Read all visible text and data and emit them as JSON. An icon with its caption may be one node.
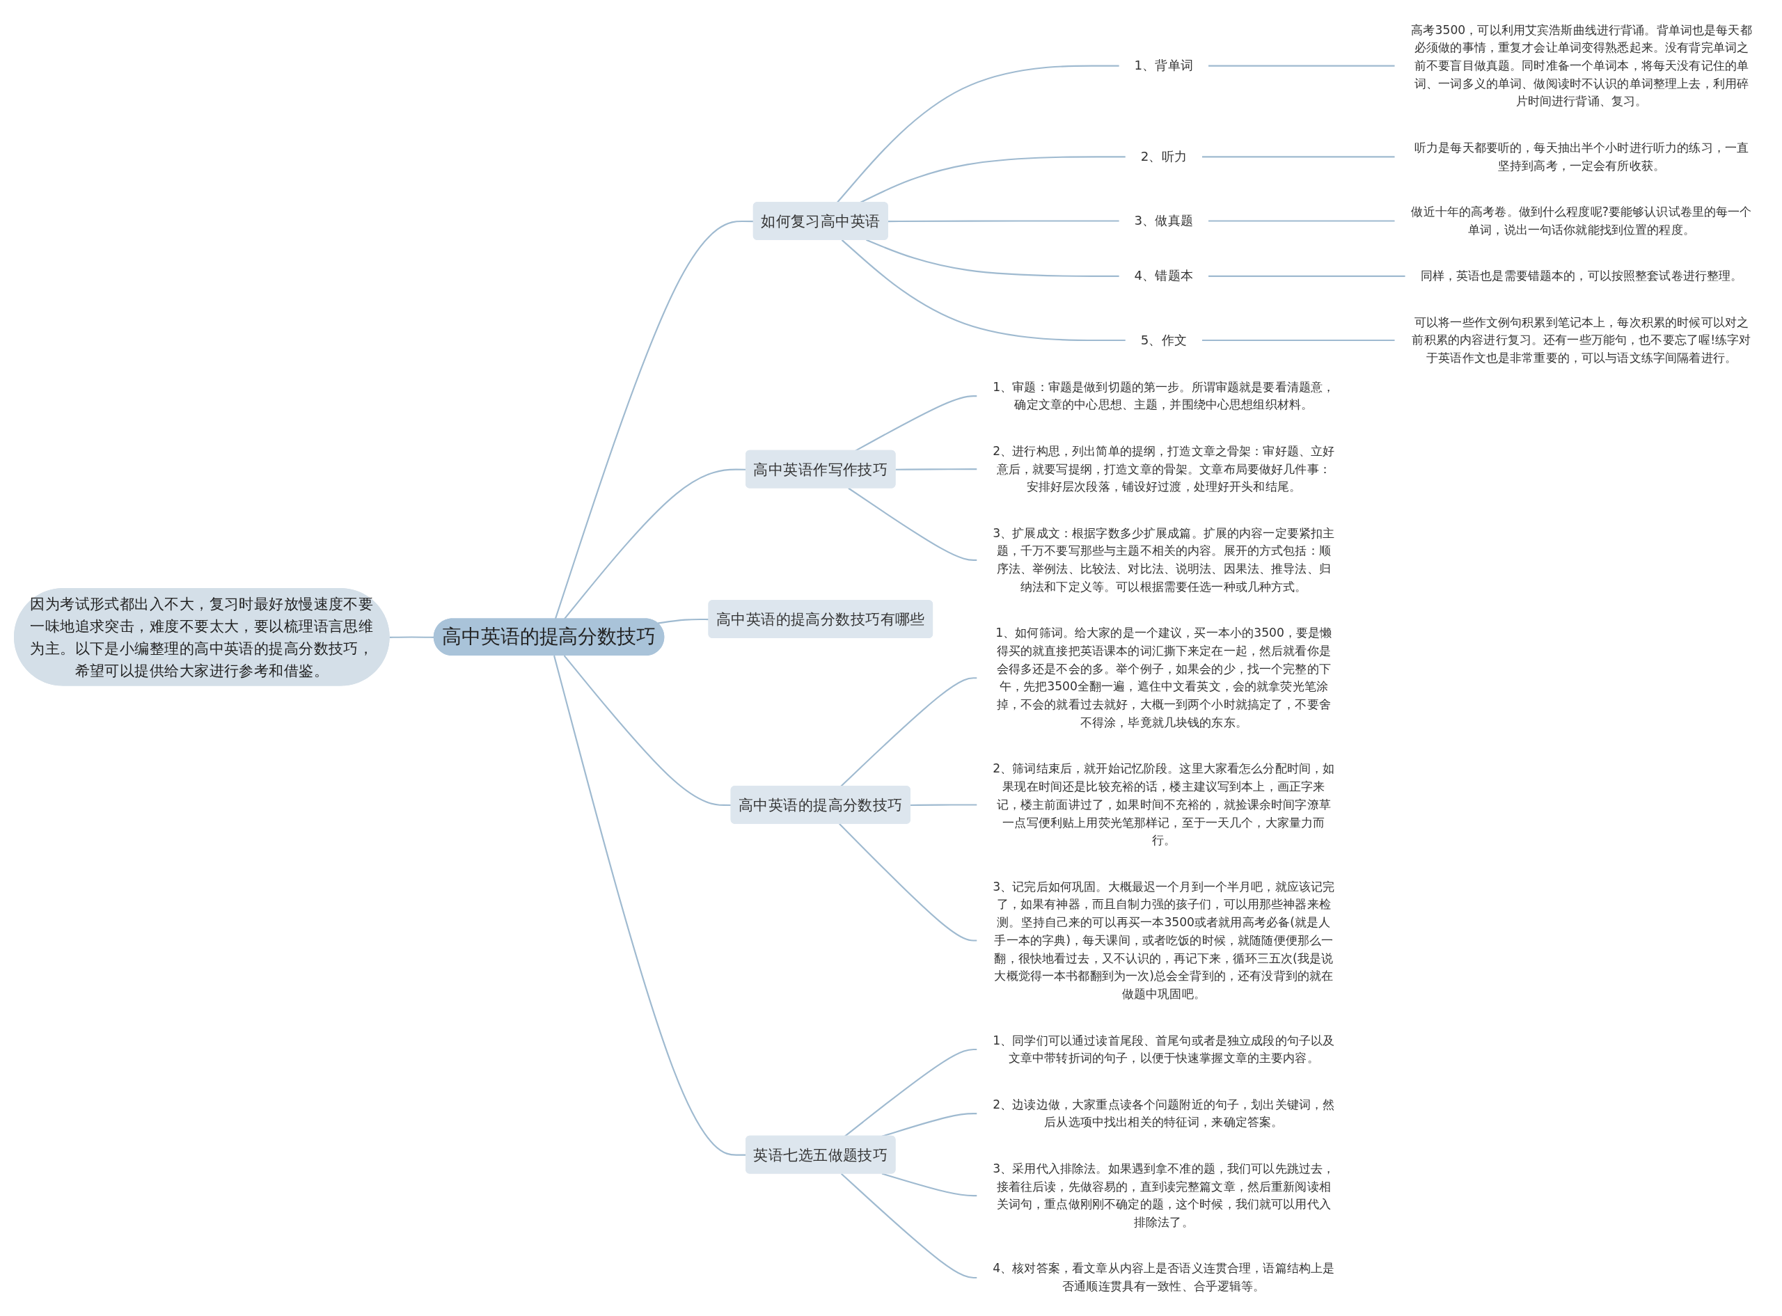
{
  "diagram": {
    "nodes": [
      {
        "text": [
          "高中英语的提高分数技巧"
        ]
      },
      {
        "text": [
          "因为考试形式都出入不大，复习时最好放慢速度不要一味地追求突击，难度不要太大，要以梳理语言思维为主。以下是小编整理的高中英语的提高分数技巧，希望可以提供给大家进行参考和借鉴。"
        ]
      },
      {
        "text": [
          "如何复习高中英语"
        ]
      },
      {
        "text": [
          "1、背单词"
        ]
      },
      {
        "text": [
          "高考3500，可以利用艾宾浩斯曲线进行背诵。背单词也是每天都必须做的事情，重复才会让单词变得熟悉起来。没有背完单词之前不要盲目做真题。同时准备一个单词本，将每天没有记住的单词、一词多义的单词、做阅读时不认识的单词整理上去，利用碎片时间进行背诵、复习。"
        ]
      },
      {
        "text": [
          "2、听力"
        ]
      },
      {
        "text": [
          "听力是每天都要听的，每天抽出半个小时进行听力的练习，一直坚持到高考，一定会有所收获。"
        ]
      },
      {
        "text": [
          "3、做真题"
        ]
      },
      {
        "text": [
          "做近十年的高考卷。做到什么程度呢?要能够认识试卷里的每一个单词，说出一句话你就能找到位置的程度。"
        ]
      },
      {
        "text": [
          "4、错题本"
        ]
      },
      {
        "text": [
          "同样，英语也是需要错题本的，可以按照整套试卷进行整理。"
        ]
      },
      {
        "text": [
          "5、作文"
        ]
      },
      {
        "text": [
          "可以将一些作文例句积累到笔记本上，每次积累的时候可以对之前积累的内容进行复习。还有一些万能句，也不要忘了喔!练字对于英语作文也是非常重要的，可以与语文练字间隔着进行。"
        ]
      },
      {
        "text": [
          "高中英语作写作技巧"
        ]
      },
      {
        "text": [
          "1、审题：审题是做到切题的第一步。所谓审题就是要看清题意，确定文章的中心思想、主题，并围绕中心思想组织材料。"
        ]
      },
      {
        "text": [
          "2、进行构思，列出简单的提纲，打造文章之骨架：审好题、立好意后，就要写提纲，打造文章的骨架。文章布局要做好几件事：安排好层次段落，铺设好过渡，处理好开头和结尾。"
        ]
      },
      {
        "text": [
          "3、扩展成文：根据字数多少扩展成篇。扩展的内容一定要紧扣主题，千万不要写那些与主题不相关的内容。展开的方式包括：顺序法、举例法、比较法、对比法、说明法、因果法、推导法、归纳法和下定义等。可以根据需要任选一种或几种方式。"
        ]
      },
      {
        "text": [
          "高中英语的提高分数技巧有哪些"
        ]
      },
      {
        "text": [
          "高中英语的提高分数技巧"
        ]
      },
      {
        "text": [
          "1、如何筛词。给大家的是一个建议，买一本小的3500，要是懒得买的就直接把英语课本的词汇撕下来定在一起，然后就看你是会得多还是不会的多。举个例子，如果会的少，找一个完整的下午，先把3500全翻一遍，遮住中文看英文，会的就拿荧光笔涂掉，不会的就看过去就好，大概一到两个小时就搞定了，不要舍不得涂，毕竟就几块钱的东东。"
        ]
      },
      {
        "text": [
          "2、筛词结束后，就开始记忆阶段。这里大家看怎么分配时间，如果现在时间还是比较充裕的话，楼主建议写到本上，画正字来记，楼主前面讲过了，如果时间不充裕的，就捡课余时间字潦草一点写便利贴上用荧光笔那样记，至于一天几个，大家量力而行。"
        ]
      },
      {
        "text": [
          "3、记完后如何巩固。大概最迟一个月到一个半月吧，就应该记完了，如果有神器，而且自制力强的孩子们，可以用那些神器来检测。坚持自己来的可以再买一本3500或者就用高考必备(就是人手一本的字典)，每天课间，或者吃饭的时候，就随随便便那么一翻，很快地看过去，又不认识的，再记下来，循环三五次(我是说大概觉得一本书都翻到为一次)总会全背到的，还有没背到的就在做题中巩固吧。"
        ]
      },
      {
        "text": [
          "英语七选五做题技巧"
        ]
      },
      {
        "text": [
          "1、同学们可以通过读首尾段、首尾句或者是独立成段的句子以及文章中带转折词的句子，以便于快速掌握文章的主要内容。"
        ]
      },
      {
        "text": [
          "2、边读边做，大家重点读各个问题附近的句子，划出关键词，然后从选项中找出相关的特征词，来确定答案。"
        ]
      },
      {
        "text": [
          "3、采用代入排除法。如果遇到拿不准的题，我们可以先跳过去，接着往后读，先做容易的，直到读完整篇文章，然后重新阅读相关词句，重点做刚刚不确定的题，这个时候，我们就可以用代入排除法了。"
        ]
      },
      {
        "text": [
          "4、核对答案，看文章从内容上是否语义连贯合理，语篇结构上是否通顺连贯具有一致性、合乎逻辑等。"
        ]
      }
    ],
    "edges": [
      {
        "from": 0,
        "to": 1,
        "arrow": "none"
      },
      {
        "from": 0,
        "to": 2,
        "arrow": "none"
      },
      {
        "from": 2,
        "to": 3,
        "arrow": "none"
      },
      {
        "from": 3,
        "to": 4,
        "arrow": "none"
      },
      {
        "from": 2,
        "to": 5,
        "arrow": "none"
      },
      {
        "from": 5,
        "to": 6,
        "arrow": "none"
      },
      {
        "from": 2,
        "to": 7,
        "arrow": "none"
      },
      {
        "from": 7,
        "to": 8,
        "arrow": "none"
      },
      {
        "from": 2,
        "to": 9,
        "arrow": "none"
      },
      {
        "from": 9,
        "to": 10,
        "arrow": "none"
      },
      {
        "from": 2,
        "to": 11,
        "arrow": "none"
      },
      {
        "from": 11,
        "to": 12,
        "arrow": "none"
      },
      {
        "from": 0,
        "to": 13,
        "arrow": "none"
      },
      {
        "from": 13,
        "to": 14,
        "arrow": "none"
      },
      {
        "from": 13,
        "to": 15,
        "arrow": "none"
      },
      {
        "from": 13,
        "to": 16,
        "arrow": "none"
      },
      {
        "from": 0,
        "to": 17,
        "arrow": "none"
      },
      {
        "from": 0,
        "to": 18,
        "arrow": "none"
      },
      {
        "from": 18,
        "to": 19,
        "arrow": "none"
      },
      {
        "from": 18,
        "to": 20,
        "arrow": "none"
      },
      {
        "from": 18,
        "to": 21,
        "arrow": "none"
      },
      {
        "from": 0,
        "to": 22,
        "arrow": "none"
      },
      {
        "from": 22,
        "to": 23,
        "arrow": "none"
      },
      {
        "from": 22,
        "to": 24,
        "arrow": "none"
      },
      {
        "from": 22,
        "to": 25,
        "arrow": "none"
      },
      {
        "from": 22,
        "to": 26,
        "arrow": "none"
      }
    ]
  }
}
